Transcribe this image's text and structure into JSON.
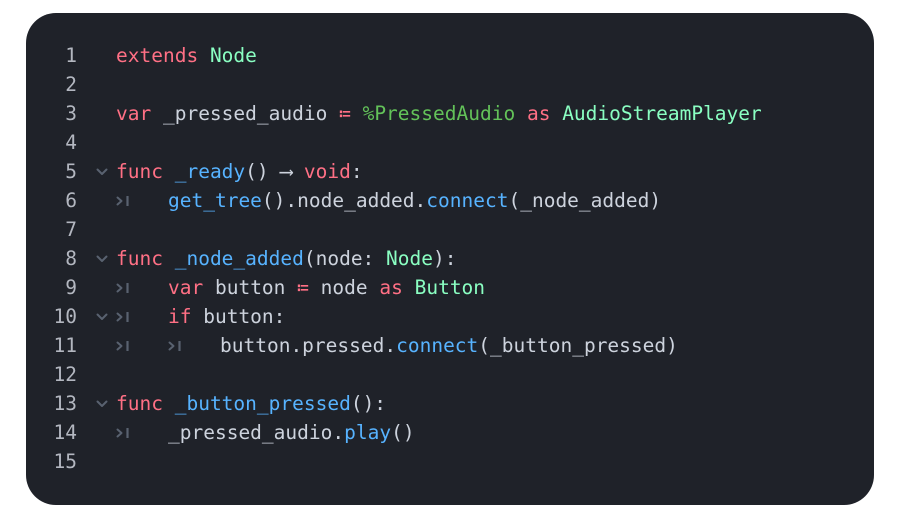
{
  "editor": {
    "line_numbers": [
      "1",
      "2",
      "3",
      "4",
      "5",
      "6",
      "7",
      "8",
      "9",
      "10",
      "11",
      "12",
      "13",
      "14",
      "15"
    ],
    "lines": [
      {
        "tokens": [
          {
            "t": "kw",
            "v": "extends"
          },
          {
            "t": "tx",
            "v": " "
          },
          {
            "t": "ty",
            "v": "Node"
          }
        ]
      },
      {
        "tokens": []
      },
      {
        "tokens": [
          {
            "t": "kw",
            "v": "var"
          },
          {
            "t": "tx",
            "v": " _pressed_audio "
          },
          {
            "t": "kw",
            "v": "≔"
          },
          {
            "t": "tx",
            "v": " "
          },
          {
            "t": "nd",
            "v": "%PressedAudio"
          },
          {
            "t": "tx",
            "v": " "
          },
          {
            "t": "kw",
            "v": "as"
          },
          {
            "t": "tx",
            "v": " "
          },
          {
            "t": "ty",
            "v": "AudioStreamPlayer"
          }
        ]
      },
      {
        "tokens": []
      },
      {
        "fold": true,
        "tokens": [
          {
            "t": "kw",
            "v": "func"
          },
          {
            "t": "tx",
            "v": " "
          },
          {
            "t": "fn",
            "v": "_ready"
          },
          {
            "t": "tx",
            "v": "() ⟶ "
          },
          {
            "t": "kw",
            "v": "void"
          },
          {
            "t": "tx",
            "v": ":"
          }
        ]
      },
      {
        "indent": 1,
        "tokens": [
          {
            "t": "fn",
            "v": "get_tree"
          },
          {
            "t": "tx",
            "v": "().node_added."
          },
          {
            "t": "fn",
            "v": "connect"
          },
          {
            "t": "tx",
            "v": "(_node_added)"
          }
        ]
      },
      {
        "tokens": []
      },
      {
        "fold": true,
        "tokens": [
          {
            "t": "kw",
            "v": "func"
          },
          {
            "t": "tx",
            "v": " "
          },
          {
            "t": "fn",
            "v": "_node_added"
          },
          {
            "t": "tx",
            "v": "(node: "
          },
          {
            "t": "ty",
            "v": "Node"
          },
          {
            "t": "tx",
            "v": "):"
          }
        ]
      },
      {
        "indent": 1,
        "tokens": [
          {
            "t": "kw",
            "v": "var"
          },
          {
            "t": "tx",
            "v": " button "
          },
          {
            "t": "kw",
            "v": "≔"
          },
          {
            "t": "tx",
            "v": " node "
          },
          {
            "t": "kw",
            "v": "as"
          },
          {
            "t": "tx",
            "v": " "
          },
          {
            "t": "ty",
            "v": "Button"
          }
        ]
      },
      {
        "fold": true,
        "indent": 1,
        "tokens": [
          {
            "t": "kw",
            "v": "if"
          },
          {
            "t": "tx",
            "v": " button:"
          }
        ]
      },
      {
        "indent": 2,
        "tokens": [
          {
            "t": "tx",
            "v": "button.pressed."
          },
          {
            "t": "fn",
            "v": "connect"
          },
          {
            "t": "tx",
            "v": "(_button_pressed)"
          }
        ]
      },
      {
        "tokens": []
      },
      {
        "fold": true,
        "tokens": [
          {
            "t": "kw",
            "v": "func"
          },
          {
            "t": "tx",
            "v": " "
          },
          {
            "t": "fn",
            "v": "_button_pressed"
          },
          {
            "t": "tx",
            "v": "():"
          }
        ]
      },
      {
        "indent": 1,
        "tokens": [
          {
            "t": "tx",
            "v": "_pressed_audio."
          },
          {
            "t": "fn",
            "v": "play"
          },
          {
            "t": "tx",
            "v": "()"
          }
        ]
      },
      {
        "tokens": []
      }
    ]
  },
  "icons": {
    "fold": "chevron-down-icon",
    "indent": "tab-indent-icon"
  },
  "colors": {
    "background": "#1f2229",
    "keyword": "#ff7085",
    "type": "#8affc2",
    "function": "#57b3ff",
    "node_path": "#63c259",
    "text": "#cdd3dd",
    "line_number": "#b3b7c0",
    "guide_icon": "#596270"
  }
}
